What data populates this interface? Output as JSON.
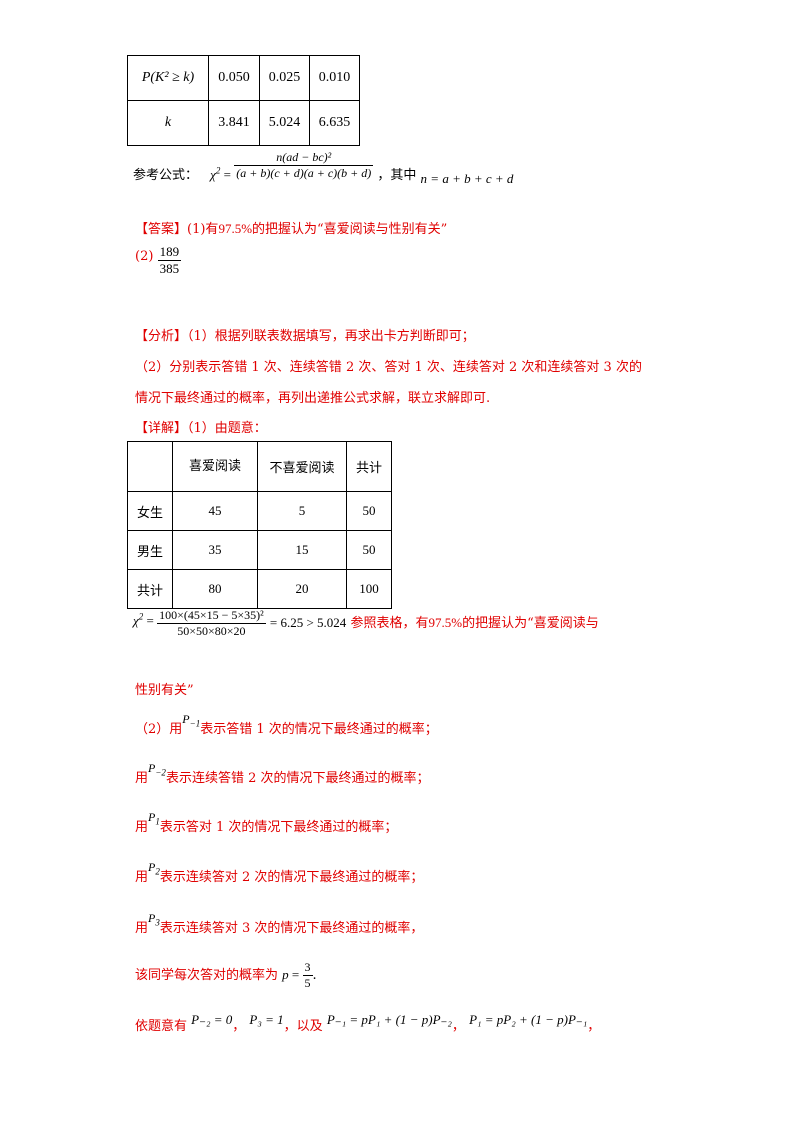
{
  "crit_table": {
    "row1_label": "P(K² ≥ k)",
    "row2_label": "k",
    "p_values": [
      "0.050",
      "0.025",
      "0.010"
    ],
    "k_values": [
      "3.841",
      "5.024",
      "6.635"
    ]
  },
  "formula_line": {
    "label": "参考公式：",
    "chi": "χ",
    "eq": " = ",
    "numerator": "n(ad − bc)²",
    "denominator": "(a + b)(c + d)(a + c)(b + d)",
    "mid": "，其中",
    "n_expr": "n = a + b + c + d"
  },
  "answer": {
    "tag": "【答案】",
    "part1_pre": "(1)有",
    "percent": "97.5%",
    "part1_post": "的把握认为“喜爱阅读与性别有关”",
    "part2_label": "(2)",
    "frac_num": "189",
    "frac_den": "385"
  },
  "analysis": {
    "tag": "【分析】",
    "line1": "（1）根据列联表数据填写，再求出卡方判断即可；",
    "line2": "（2）分别表示答错 1 次、连续答错 2 次、答对 1 次、连续答对 2 次和连续答对 3 次的",
    "line3": "情况下最终通过的概率，再列出递推公式求解，联立求解即可."
  },
  "detail": {
    "tag": "【详解】",
    "intro": "（1）由题意："
  },
  "cont_table": {
    "headers": [
      "",
      "喜爱阅读",
      "不喜爱阅读",
      "共计"
    ],
    "rows": [
      [
        "女生",
        "45",
        "5",
        "50"
      ],
      [
        "男生",
        "35",
        "15",
        "50"
      ],
      [
        "共计",
        "80",
        "20",
        "100"
      ]
    ]
  },
  "chi_calc": {
    "num": "100×(45×15 − 5×35)²",
    "den": "50×50×80×20",
    "result": " = 6.25 > 5.024",
    "after_pre": "参照表格，有",
    "percent": "97.5%",
    "after_post": "的把握认为“喜爱阅读与",
    "line2": "性别有关”"
  },
  "part2": {
    "l1_pre": "（2）用",
    "l1_post": "表示答错 1 次的情况下最终通过的概率；",
    "l2_pre": "用",
    "l2_post": "表示连续答错 2 次的情况下最终通过的概率；",
    "l3_pre": "用",
    "l3_post": "表示答对 1 次的情况下最终通过的概率；",
    "l4_pre": "用",
    "l4_post": "表示连续答对 2 次的情况下最终通过的概率；",
    "l5_pre": "用",
    "l5_post": "表示连续答对 3 次的情况下最终通过的概率，",
    "p_line_pre": "该同学每次答对的概率为",
    "p_var": "p",
    "p_num": "3",
    "p_den": "5",
    "last_pre": "依题意有",
    "eq1": "P₋₂ = 0",
    "eq2": "P₃ = 1",
    "also": "，以及",
    "eq3": "P₋₁ = pP₁ + (1 − p)P₋₂",
    "eq4": "P₁ = pP₂ + (1 − p)P₋₁"
  },
  "symbols": {
    "P": "P",
    "s_m1": "−1",
    "s_m2": "−2",
    "s_1": "1",
    "s_2": "2",
    "s_3": "3",
    "comma": "，",
    "period": "."
  }
}
